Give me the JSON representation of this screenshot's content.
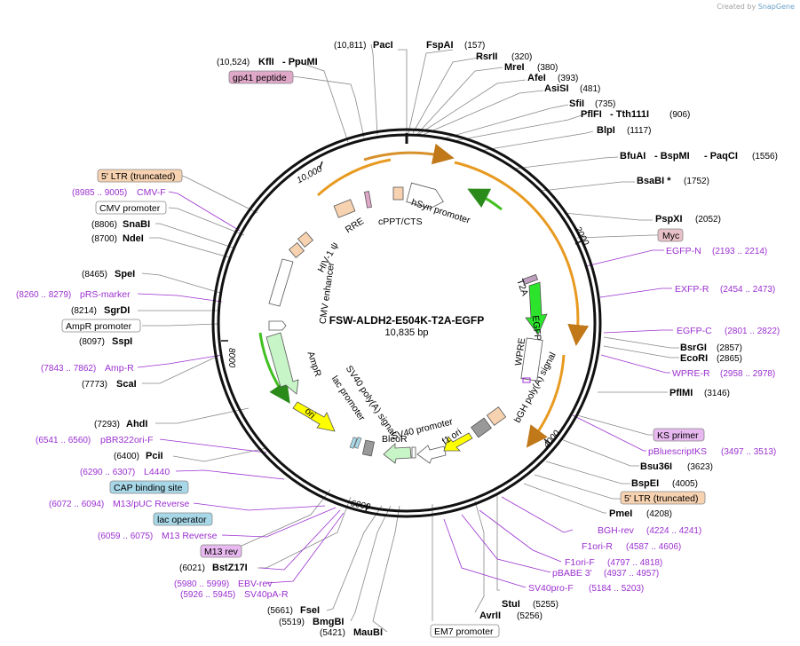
{
  "credit": {
    "prefix": "Created by",
    "brand": "SnapGene"
  },
  "plasmid": {
    "name": "FSW-ALDH2-E504K-T2A-EGFP",
    "length": "10,835 bp"
  },
  "ticks": [
    "10,000",
    "2000",
    "4000",
    "6000",
    "8000"
  ],
  "inner_features": {
    "rre": "RRE",
    "cppt": "cPPT/CTS",
    "hsyn": "hSyn promoter",
    "hiv": "HIV-1 ψ",
    "cmv_enh": "CMV enhancer",
    "ampr": "AmpR",
    "t2a": "T2A",
    "egfp": "EGFP",
    "wpre": "WPRE",
    "bgh": "bGH poly(A) signal",
    "sv40pa": "SV40 poly(A) signal",
    "lac": "lac promoter",
    "ori": "ori",
    "sv40p": "SV40 promoter",
    "f1ori": "f1 ori",
    "bleor": "BleoR"
  },
  "right_labels": {
    "paci": {
      "name": "PacI",
      "pos": "(10,811)"
    },
    "fspai": {
      "name": "FspAI",
      "pos": "(157)"
    },
    "rsrii": {
      "name": "RsrII",
      "pos": "(320)"
    },
    "mrei": {
      "name": "MreI",
      "pos": "(380)"
    },
    "afei": {
      "name": "AfeI",
      "pos": "(393)"
    },
    "asisi": {
      "name": "AsiSI",
      "pos": "(481)"
    },
    "sfii": {
      "name": "SfiI",
      "pos": "(735)"
    },
    "pflfi": {
      "name": "PflFI",
      "name2": "- Tth111I",
      "pos": "(906)"
    },
    "blpi": {
      "name": "BlpI",
      "pos": "(1117)"
    },
    "bfuai": {
      "name": "BfuAI",
      "name2": "- BspMI",
      "name3": "- PaqCI",
      "pos": "(1556)"
    },
    "bsabi": {
      "name": "BsaBI *",
      "pos": "(1752)"
    },
    "pspxi": {
      "name": "PspXI",
      "pos": "(2052)"
    },
    "myc": "Myc",
    "egfpn": {
      "name": "EGFP-N",
      "pos": "(2193 .. 2214)"
    },
    "exfpr": {
      "name": "EXFP-R",
      "pos": "(2454 .. 2473)"
    },
    "egfpc": {
      "name": "EGFP-C",
      "pos": "(2801 .. 2822)"
    },
    "bsrgi": {
      "name": "BsrGI",
      "pos": "(2857)"
    },
    "ecori": {
      "name": "EcoRI",
      "pos": "(2865)"
    },
    "wprer": {
      "name": "WPRE-R",
      "pos": "(2958 .. 2978)"
    },
    "pflmi": {
      "name": "PflMI",
      "pos": "(3146)"
    },
    "ksprimer": "KS primer",
    "pbluescript": {
      "name": "pBluescriptKS",
      "pos": "(3497 .. 3513)"
    },
    "bsu36i": {
      "name": "Bsu36I",
      "pos": "(3623)"
    },
    "bspei": {
      "name": "BspEI",
      "pos": "(4005)"
    },
    "ltr_right": "5' LTR (truncated)",
    "pmei": {
      "name": "PmeI",
      "pos": "(4208)"
    },
    "bghrev": {
      "name": "BGH-rev",
      "pos": "(4224 .. 4241)"
    },
    "f1orir": {
      "name": "F1ori-R",
      "pos": "(4587 .. 4606)"
    },
    "f1orif": {
      "name": "F1ori-F",
      "pos": "(4797 .. 4818)"
    },
    "pbabe": {
      "name": "pBABE 3'",
      "pos": "(4937 .. 4957)"
    },
    "sv40prof": {
      "name": "SV40pro-F",
      "pos": "(5184 .. 5203)"
    },
    "stui": {
      "name": "StuI",
      "pos": "(5255)"
    },
    "avrii": {
      "name": "AvrII",
      "pos": "(5256)"
    },
    "em7": "EM7 promoter"
  },
  "left_labels": {
    "kfli": {
      "pos": "(10,524)",
      "name": "KflI",
      "name2": "- PpuMI"
    },
    "gp41": "gp41 peptide",
    "ltr_left": "5' LTR (truncated)",
    "cmvf": {
      "pos": "(8985 .. 9005)",
      "name": "CMV-F"
    },
    "cmvprom": "CMV promoter",
    "snabi": {
      "pos": "(8806)",
      "name": "SnaBI"
    },
    "ndei": {
      "pos": "(8700)",
      "name": "NdeI"
    },
    "spei": {
      "pos": "(8465)",
      "name": "SpeI"
    },
    "prsmarker": {
      "pos": "(8260 .. 8279)",
      "name": "pRS-marker"
    },
    "sgrdi": {
      "pos": "(8214)",
      "name": "SgrDI"
    },
    "amprprom": "AmpR promoter",
    "sspi": {
      "pos": "(8097)",
      "name": "SspI"
    },
    "ampr_r": {
      "pos": "(7843 .. 7862)",
      "name": "Amp-R"
    },
    "scai": {
      "pos": "(7773)",
      "name": "ScaI"
    },
    "ahdi": {
      "pos": "(7293)",
      "name": "AhdI"
    },
    "pbr322": {
      "pos": "(6541 .. 6560)",
      "name": "pBR322ori-F"
    },
    "pcii": {
      "pos": "(6400)",
      "name": "PciI"
    },
    "l4440": {
      "pos": "(6290 .. 6307)",
      "name": "L4440"
    },
    "cap": "CAP binding site",
    "m13puc": {
      "pos": "(6072 .. 6094)",
      "name": "M13/pUC Reverse"
    },
    "lacop": "lac operator",
    "m13rev": {
      "pos": "(6059 .. 6075)",
      "name": "M13 Reverse"
    },
    "m13revbox": "M13 rev",
    "bstz17i": {
      "pos": "(6021)",
      "name": "BstZ17I"
    },
    "ebvrev": {
      "pos": "(5980 .. 5999)",
      "name": "EBV-rev"
    },
    "sv40par": {
      "pos": "(5926 .. 5945)",
      "name": "SV40pA-R"
    },
    "fsei": {
      "pos": "(5661)",
      "name": "FseI"
    },
    "bmgbi": {
      "pos": "(5519)",
      "name": "BmgBI"
    },
    "maubi": {
      "pos": "(5421)",
      "name": "MauBI"
    }
  },
  "colors": {
    "backbone": "#000000",
    "promoter_arrow": "#ffffff",
    "orange_ltr": "#f7d2b0",
    "egfp": "#2be42b",
    "ampr": "#c8f5c8",
    "ori": "#ffff00",
    "primer": "#9b30d0",
    "cap_box": "#a8d8e8",
    "m13_box": "#e8b8f0",
    "myc_box": "#e8c0c8",
    "orf_orange": "#e89a20"
  }
}
